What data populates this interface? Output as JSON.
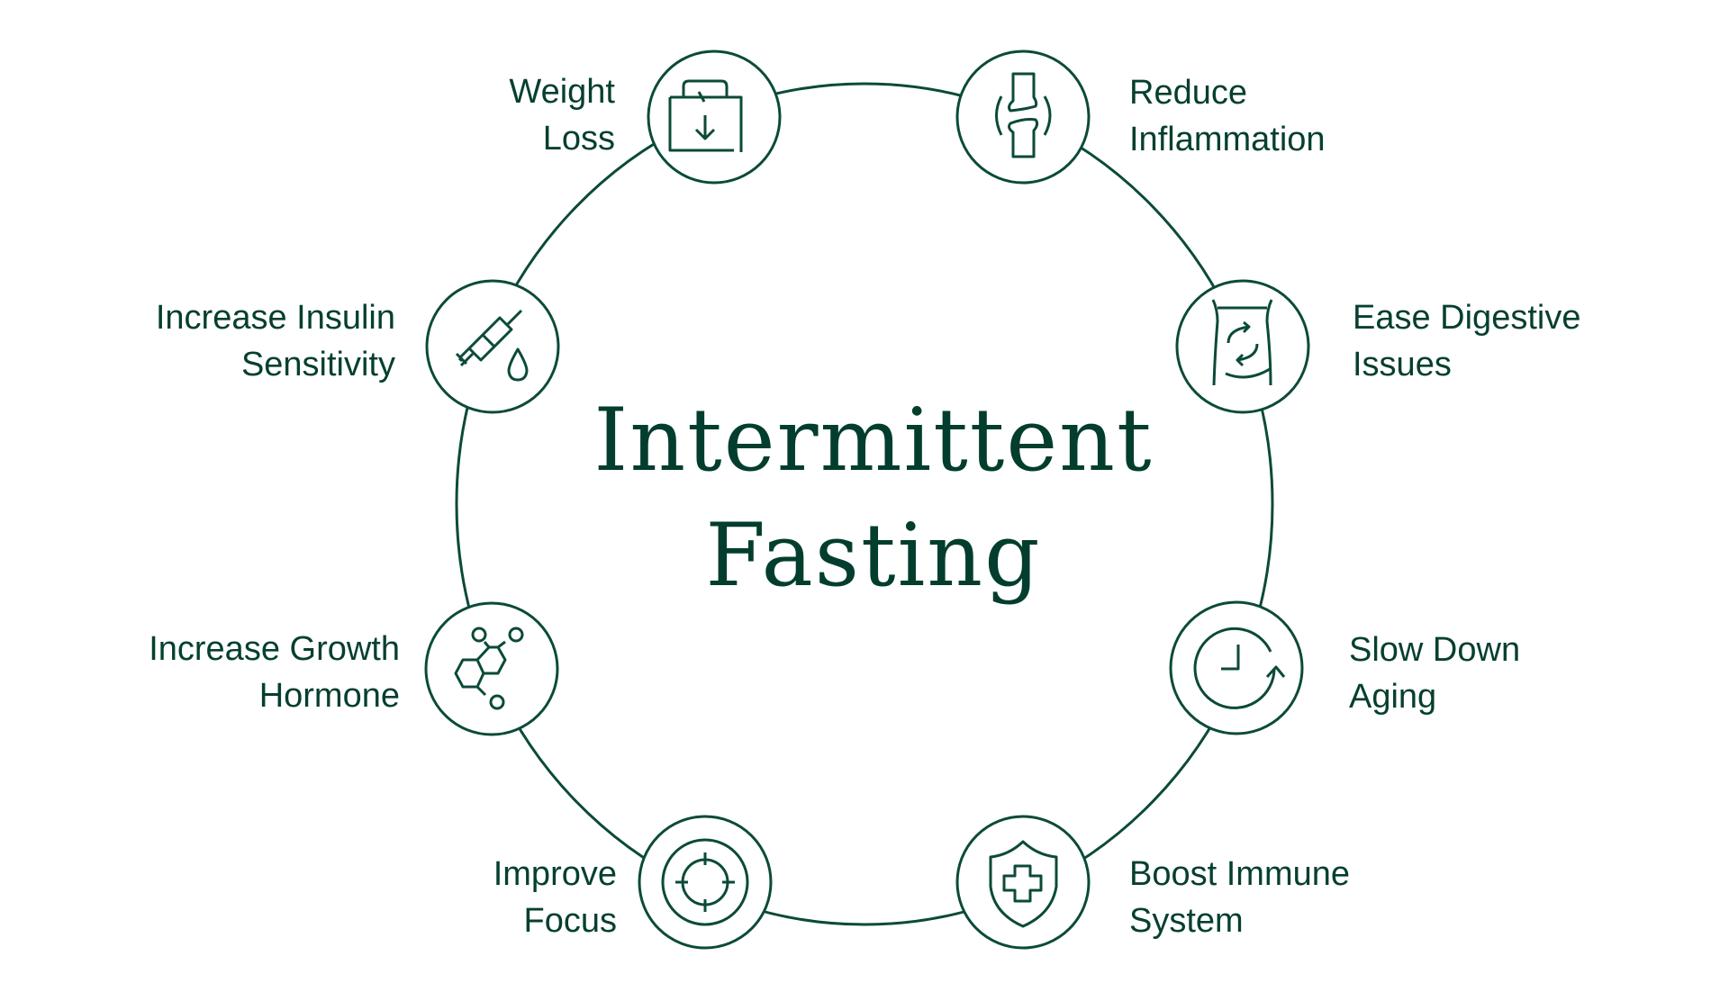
{
  "title": {
    "line1": "Intermittent",
    "line2": "Fasting"
  },
  "colors": {
    "primary": "#0b4a3a",
    "text": "#053f30",
    "background": "#ffffff"
  },
  "benefits": [
    {
      "id": "weight-loss",
      "icon": "scale-down-icon",
      "lines": [
        "Weight",
        "Loss"
      ],
      "side": "left"
    },
    {
      "id": "reduce-inflammation",
      "icon": "joint-icon",
      "lines": [
        "Reduce",
        "Inflammation"
      ],
      "side": "right"
    },
    {
      "id": "ease-digestive",
      "icon": "stomach-icon",
      "lines": [
        "Ease Digestive",
        "Issues"
      ],
      "side": "right"
    },
    {
      "id": "slow-aging",
      "icon": "clock-refresh-icon",
      "lines": [
        "Slow Down",
        "Aging"
      ],
      "side": "right"
    },
    {
      "id": "boost-immune",
      "icon": "shield-plus-icon",
      "lines": [
        "Boost Immune",
        "System"
      ],
      "side": "right"
    },
    {
      "id": "improve-focus",
      "icon": "target-icon",
      "lines": [
        "Improve",
        "Focus"
      ],
      "side": "left"
    },
    {
      "id": "growth-hormone",
      "icon": "molecule-icon",
      "lines": [
        "Increase Growth",
        "Hormone"
      ],
      "side": "left"
    },
    {
      "id": "insulin-sensitivity",
      "icon": "syringe-drop-icon",
      "lines": [
        "Increase Insulin",
        "Sensitivity"
      ],
      "side": "left"
    }
  ]
}
